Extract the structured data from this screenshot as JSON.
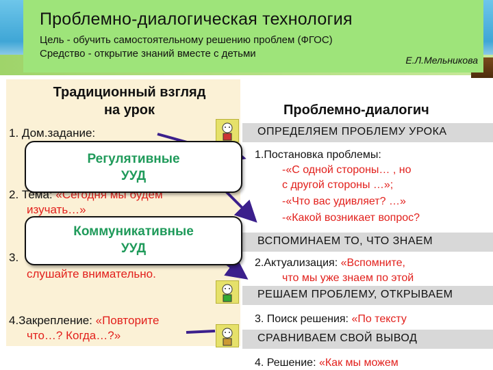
{
  "header": {
    "title": "Проблемно-диалогическая технология",
    "goal": "Цель - обучить самостоятельному решению проблем (ФГОС)",
    "means": "Средство - открытие знаний вместе с детьми",
    "author": "Е.Л.Мельникова"
  },
  "left": {
    "heading_line1": "Традиционный взгляд",
    "heading_line2": "на урок",
    "item1": "1. Дом.задание:",
    "item2_prefix": "2. Тема: ",
    "item2_quote": "«Сегодня мы будем",
    "item2_quote2": "изучать…»",
    "item3_prefix": "3.",
    "item3_quote": "слушайте внимательно.",
    "item4_prefix": "4.Закрепление: ",
    "item4_quote": "«Повторите",
    "item4_quote2": "что…? Когда…?»"
  },
  "pills": {
    "upper_line1": "Регулятивные",
    "upper_line2": "УУД",
    "lower_line1": "Коммуникативные",
    "lower_line2": "УУД"
  },
  "right": {
    "title": "Проблемно-диалогич",
    "step_bars": [
      "ОПРЕДЕЛЯЕМ ПРОБЛЕМУ УРОКА",
      "ВСПОМИНАЕМ ТО, ЧТО ЗНАЕМ",
      "РЕШАЕМ ПРОБЛЕМУ, ОТКРЫВАЕМ",
      "СРАВНИВАЕМ СВОЙ ВЫВОД"
    ],
    "step1": "1.Постановка проблемы:",
    "step1_a": "-«С одной стороны… , но",
    "step1_b": "с другой стороны …»;",
    "step1_c": "-«Что вас удивляет? …»",
    "step1_d": "-«Какой возникает вопрос?",
    "step2_prefix": "2.Актуализация: ",
    "step2_quote": "«Вспомните,",
    "step2_quote2": "что мы уже знаем по этой",
    "step3_prefix": "3. Поиск решения: ",
    "step3_quote": "«По тексту",
    "step4_prefix": "4. Решение: ",
    "step4_quote": "«Как мы можем"
  },
  "colors": {
    "header_bg": "#9ee47a",
    "left_panel_bg": "#fbf1d6",
    "quote_red": "#e2201c",
    "pill_text_green": "#1f9a5a",
    "arrow_purple": "#3b1f8c",
    "step_bar_gray": "#d8d8d8",
    "icon_yellow": "#e6e16a"
  },
  "icons": [
    "thinking-child-icon",
    "pointing-child-icon",
    "idea-child-icon",
    "comparing-child-icon"
  ]
}
